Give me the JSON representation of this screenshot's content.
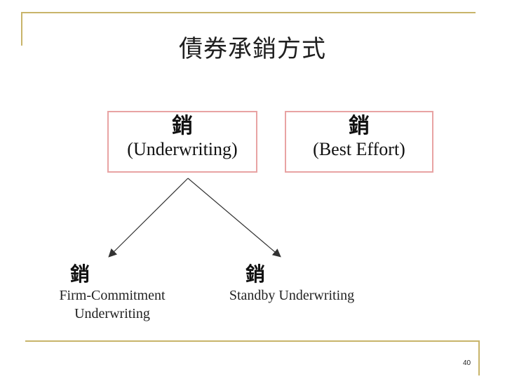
{
  "title": "債券承銷方式",
  "boxes": {
    "underwriting": {
      "cjk": "銷",
      "en": "(Underwriting)"
    },
    "best_effort": {
      "cjk": "銷",
      "en": "(Best Effort)"
    }
  },
  "leaves": {
    "firm_commitment": {
      "cjk": "銷",
      "en_line1": "Firm-Commitment",
      "en_line2": "Underwriting"
    },
    "standby": {
      "cjk": "銷",
      "en": "Standby Underwriting"
    }
  },
  "page_number": "40",
  "colors": {
    "rule": "#c8b46a",
    "box_border": "#e8a3a3",
    "arrow": "#333333"
  }
}
